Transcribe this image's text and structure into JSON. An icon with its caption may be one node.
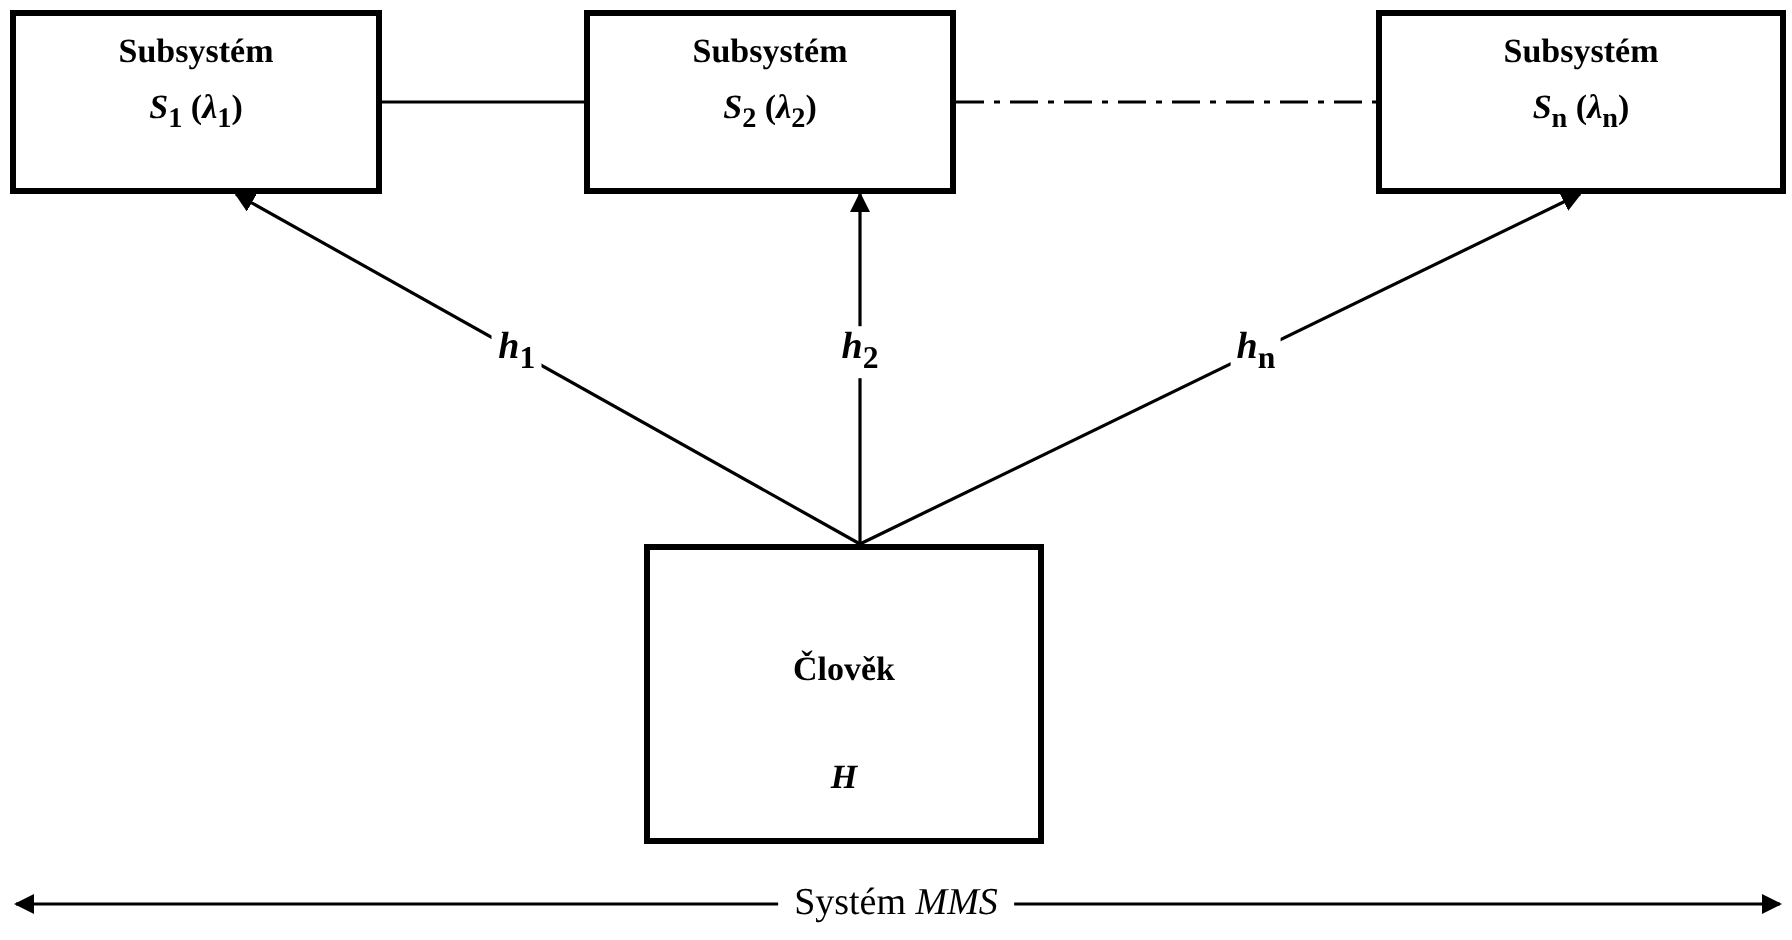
{
  "diagram": {
    "nodes": [
      {
        "text": [
          "Subsystém",
          "*S*$_{1}$ (*λ*$_{1}$)"
        ]
      },
      {
        "text": [
          "Subsystém",
          "*S*$_{2}$ (*λ*$_{2}$)"
        ]
      },
      {
        "text": [
          "Subsystém",
          "*S*$_{n}$ (*λ*$_{n}$)"
        ]
      },
      {
        "text": [
          "Člověk",
          "H"
        ]
      }
    ],
    "edges": [
      {
        "from": 0,
        "to": 1,
        "arrow": "none"
      },
      {
        "from": 1,
        "to": 2,
        "arrow": "none",
        "style": "dashed"
      },
      {
        "from": 3,
        "to": 0,
        "arrow": "to",
        "label": "*h*$_{1}$"
      },
      {
        "from": 3,
        "to": 1,
        "arrow": "to",
        "label": "*h*$_{2}$"
      },
      {
        "from": 3,
        "to": 2,
        "arrow": "to",
        "label": "*h*$_{n}$"
      }
    ],
    "labels": [
      "Systém *MMS*"
    ]
  }
}
